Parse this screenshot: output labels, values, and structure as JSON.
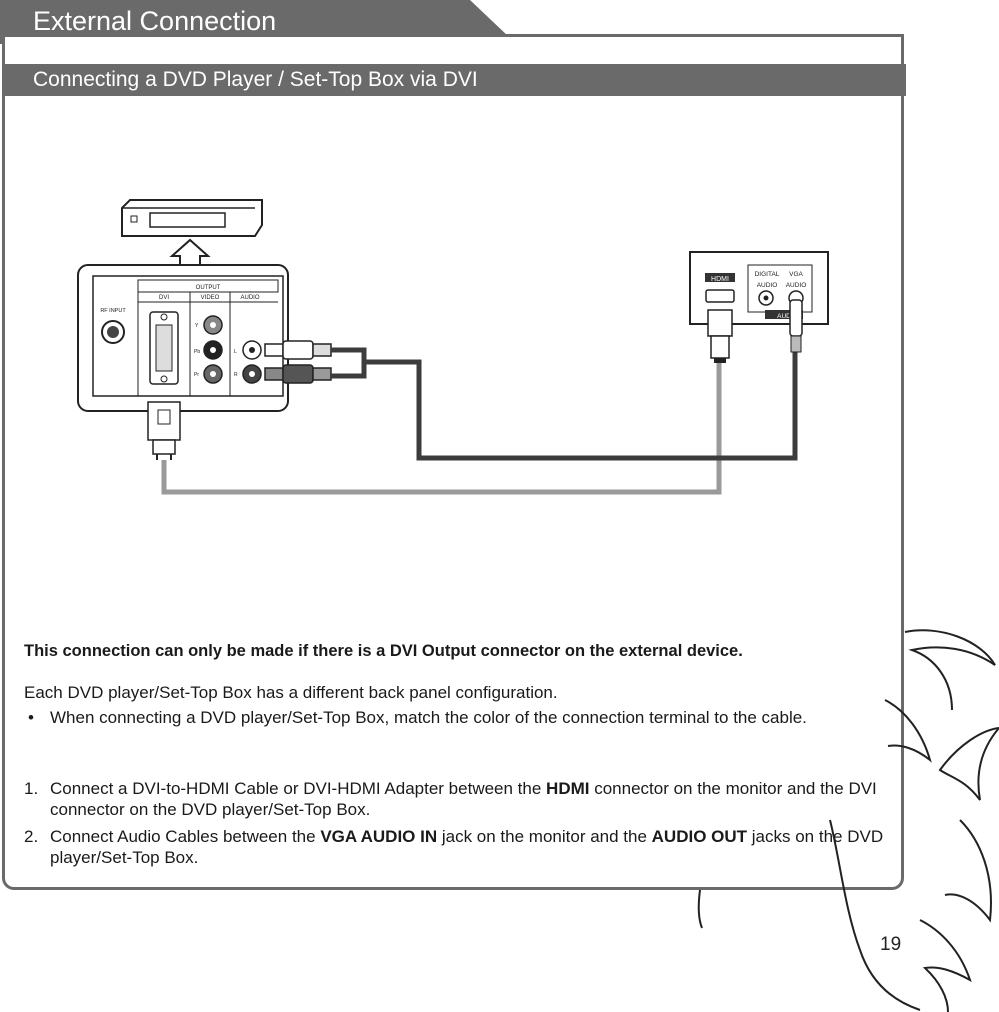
{
  "header": {
    "section_title": "External Connection",
    "subsection_title": "Connecting a DVD Player / Set-Top Box via DVI"
  },
  "diagram": {
    "device_panel": {
      "output_label": "OUTPUT",
      "dvi_label": "DVI",
      "video_label": "VIDEO",
      "audio_label": "AUDIO",
      "rf_input_label": "RF INPUT",
      "y_label": "Y",
      "pb_label": "Pb",
      "pr_label": "Pr",
      "l_label": "L",
      "r_label": "R"
    },
    "monitor_panel": {
      "hdmi_label": "HDMI",
      "digital_audio_label": "DIGITAL",
      "digital_audio_label2": "AUDIO",
      "vga_audio_label": "VGA",
      "vga_audio_label2": "AUDIO",
      "aud_label": "AUD"
    },
    "colors": {
      "cable_dark": "#3c3c3c",
      "cable_light": "#9a9a9a",
      "panel": "#6a6a6a"
    }
  },
  "content": {
    "note": "This connection can only be made if there is a DVI Output connector on the external device.",
    "intro": "Each DVD player/Set-Top Box has a different back panel configuration.",
    "bullet_mark": "•",
    "bullet": "When connecting a DVD player/Set-Top Box, match the color of the connection terminal to the cable.",
    "step1_num": "1.",
    "step1_a": "Connect a DVI-to-HDMI Cable or DVI-HDMI Adapter between the ",
    "step1_bold": "HDMI",
    "step1_b": " connector on the monitor and the DVI connector on the DVD player/Set-Top Box.",
    "step2_num": "2.",
    "step2_a": "Connect Audio Cables between the ",
    "step2_bold1": "VGA AUDIO IN",
    "step2_b": " jack on the monitor and the ",
    "step2_bold2": "AUDIO OUT",
    "step2_c": " jacks on the DVD player/Set-Top Box."
  },
  "footer": {
    "page_number": "19"
  }
}
